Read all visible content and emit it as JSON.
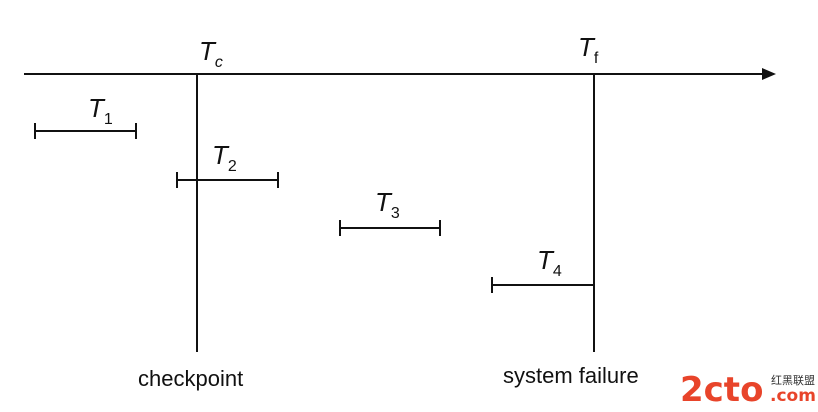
{
  "labels": {
    "tc_main": "T",
    "tc_sub": "c",
    "tf_main": "T",
    "tf_sub": "f",
    "t1_main": "T",
    "t1_sub": "1",
    "t2_main": "T",
    "t2_sub": "2",
    "t3_main": "T",
    "t3_sub": "3",
    "t4_main": "T",
    "t4_sub": "4"
  },
  "captions": {
    "checkpoint": "checkpoint",
    "system_failure": "system failure"
  },
  "watermark": {
    "main": "2cto",
    "small": "红黑联盟",
    "domain": ".com",
    "color": "#e8442a"
  }
}
